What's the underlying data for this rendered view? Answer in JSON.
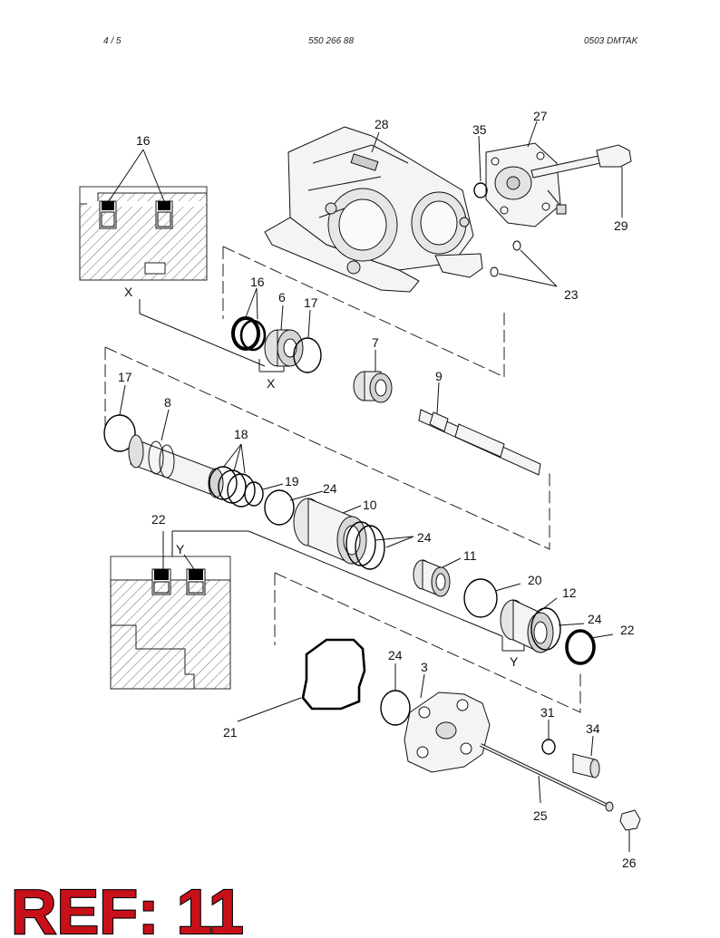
{
  "header": {
    "page": "4 /   5",
    "doc_number": "550 266 88",
    "code": "0503   DMTAK"
  },
  "stamp": {
    "text": "REF: 11",
    "color": "#c8101a"
  },
  "callouts": {
    "c16a": "16",
    "c16b": "16",
    "c28": "28",
    "c35": "35",
    "c27": "27",
    "c29": "29",
    "c23": "23",
    "c6": "6",
    "c17a": "17",
    "c7": "7",
    "c9": "9",
    "c17b": "17",
    "c8": "8",
    "c18": "18",
    "c19": "19",
    "c24a": "24",
    "c10": "10",
    "c24b": "24",
    "c11": "11",
    "c20": "20",
    "c12": "12",
    "c24c": "24",
    "c22a": "22",
    "c22b": "22",
    "c24d": "24",
    "c3": "3",
    "c21": "21",
    "c31": "31",
    "c34": "34",
    "c25": "25",
    "c26": "26",
    "x1": "X",
    "x2": "X",
    "y1": "Y",
    "y2": "Y"
  },
  "icons": [
    "exploded-parts-drawing",
    "seal-detail-x",
    "seal-detail-y"
  ]
}
